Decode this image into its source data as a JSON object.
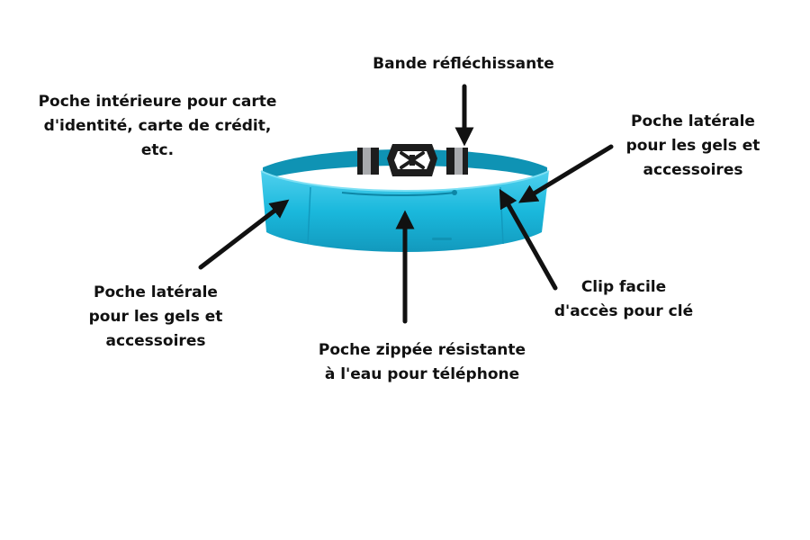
{
  "colors": {
    "belt": "#1ab8dc",
    "belt_dark": "#0f93b4",
    "belt_light": "#5ed4ee",
    "buckle": "#1d1d1d",
    "reflective": "#a8aaad",
    "arrow": "#111111",
    "text": "#111111"
  },
  "labels": {
    "bande": {
      "lines": [
        "Bande réfléchissante"
      ]
    },
    "poche_interieure": {
      "lines": [
        "Poche intérieure pour carte",
        "d'identité, carte de crédit,",
        "etc."
      ]
    },
    "poche_laterale_droite": {
      "lines": [
        "Poche latérale",
        "pour les gels et",
        "accessoires"
      ]
    },
    "poche_laterale_gauche": {
      "lines": [
        "Poche latérale",
        "pour les gels et",
        "accessoires"
      ]
    },
    "clip": {
      "lines": [
        "Clip facile",
        "d'accès pour clé"
      ]
    },
    "poche_zippee": {
      "lines": [
        "Poche zippée résistante",
        "à l'eau pour téléphone"
      ]
    }
  }
}
